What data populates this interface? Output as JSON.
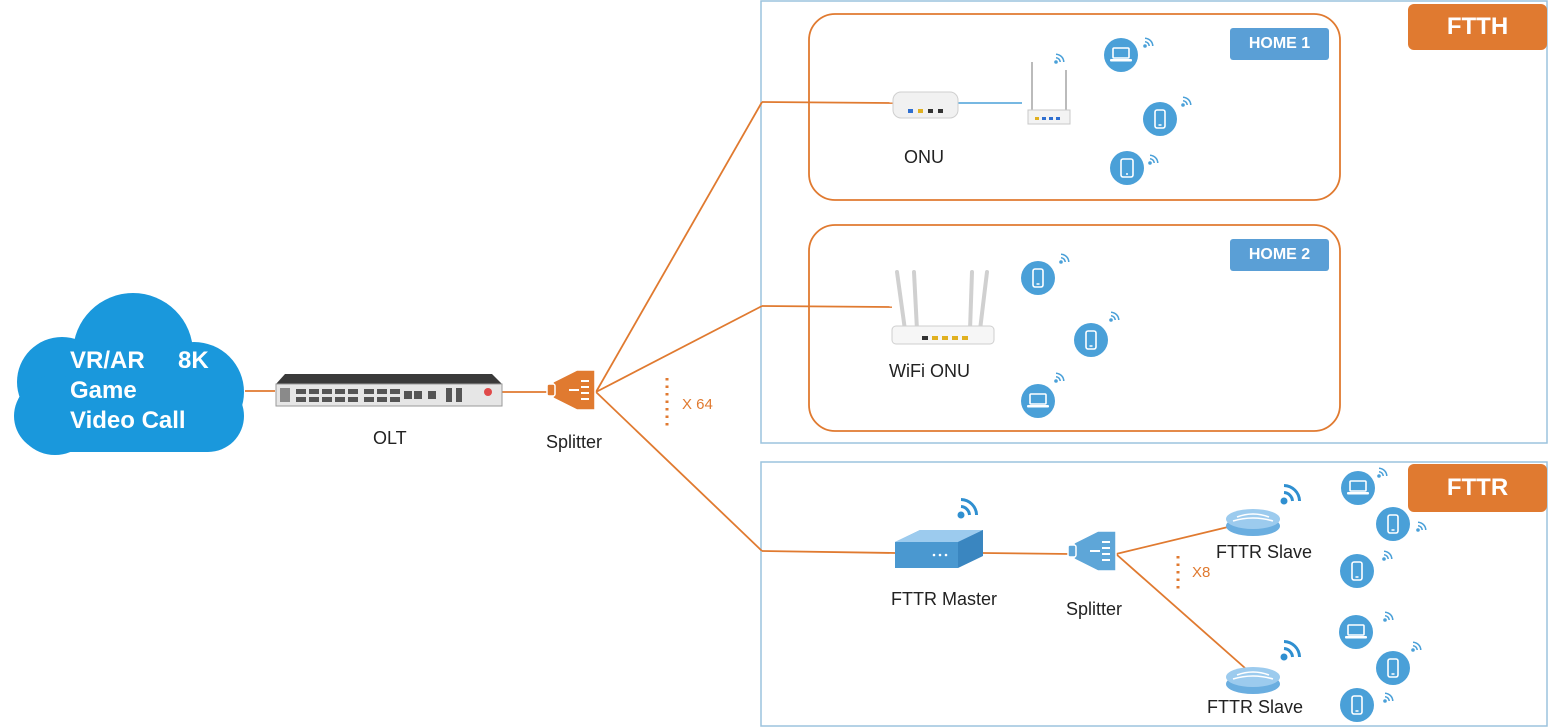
{
  "cloud": {
    "line1": "VR/AR     8K",
    "line2": "Game",
    "line3": "Video Call"
  },
  "labels": {
    "olt": "OLT",
    "splitter_main": "Splitter",
    "split_ratio_main": "X 64",
    "onu": "ONU",
    "wifi_onu": "WiFi ONU",
    "fttr_master": "FTTR Master",
    "splitter_fttr": "Splitter",
    "split_ratio_fttr": "X8",
    "fttr_slave_1": "FTTR Slave",
    "fttr_slave_2": "FTTR Slave"
  },
  "sections": {
    "ftth": "FTTH",
    "fttr": "FTTR",
    "home1": "HOME 1",
    "home2": "HOME 2"
  },
  "colors": {
    "fiber": "#e07a30",
    "accent_orange": "#e07a30",
    "section_border": "#9cc3dd",
    "home_badge": "#5a9fd6",
    "device_blue": "#4aa0d8",
    "cloud": "#1a98dc"
  },
  "devices": {
    "home1": [
      "laptop-icon",
      "phone-icon",
      "tablet-icon"
    ],
    "home2": [
      "phone-icon",
      "phone-icon",
      "laptop-icon"
    ],
    "fttr_slave_1": [
      "laptop-icon",
      "phone-icon",
      "phone-icon"
    ],
    "fttr_slave_2": [
      "laptop-icon",
      "phone-icon",
      "phone-icon"
    ]
  }
}
